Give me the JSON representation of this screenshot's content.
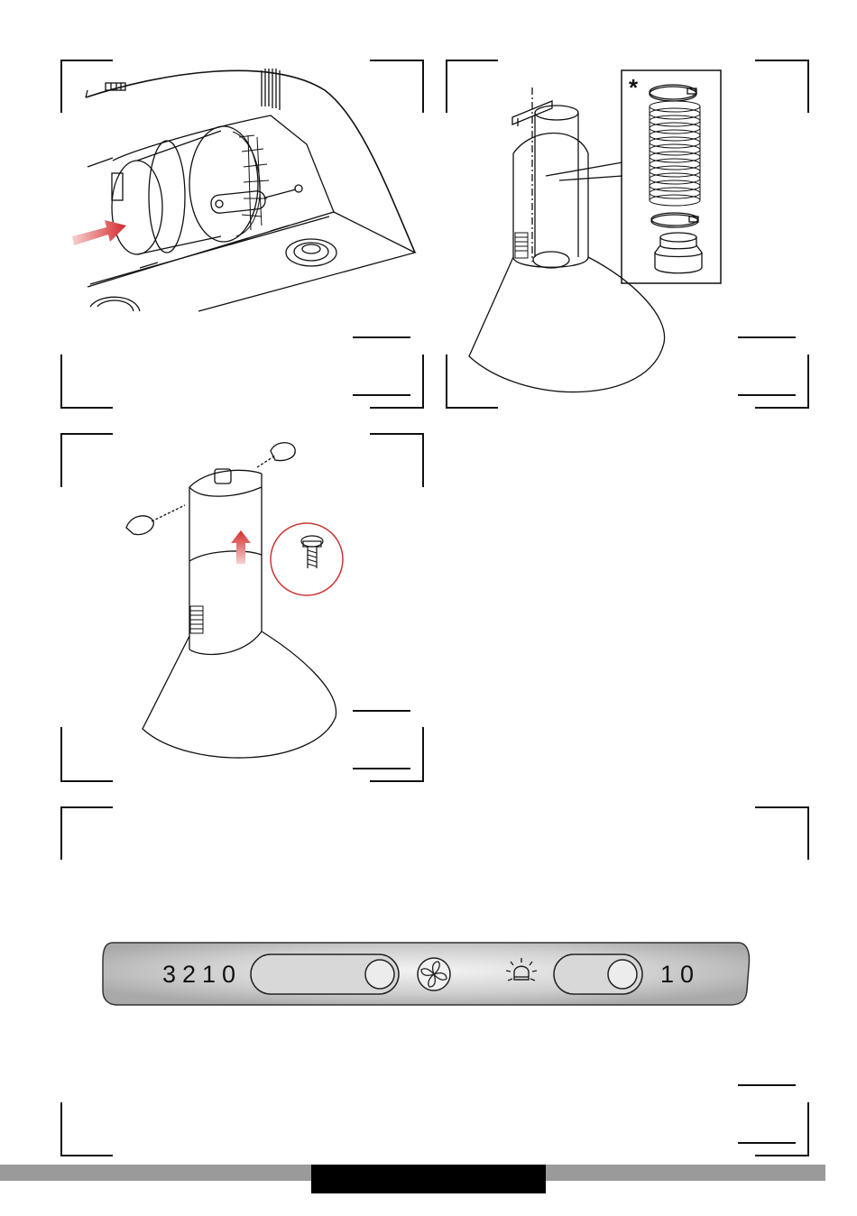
{
  "illustrations": {
    "step1": {
      "icon": "motor-insert-illustration"
    },
    "step2": {
      "icon": "chimney-duct-illustration",
      "inset_marker": "*"
    },
    "step3": {
      "icon": "chimney-screw-illustration"
    }
  },
  "control_panel": {
    "speed_scale": "3210",
    "light_scale": "10",
    "fan_icon": "fan-icon",
    "light_icon": "light-bulb-icon"
  },
  "colors": {
    "arrow_red": "#d42a2a",
    "panel_gray": "#c8c8c8",
    "bar_gray": "#9a9a9a"
  }
}
